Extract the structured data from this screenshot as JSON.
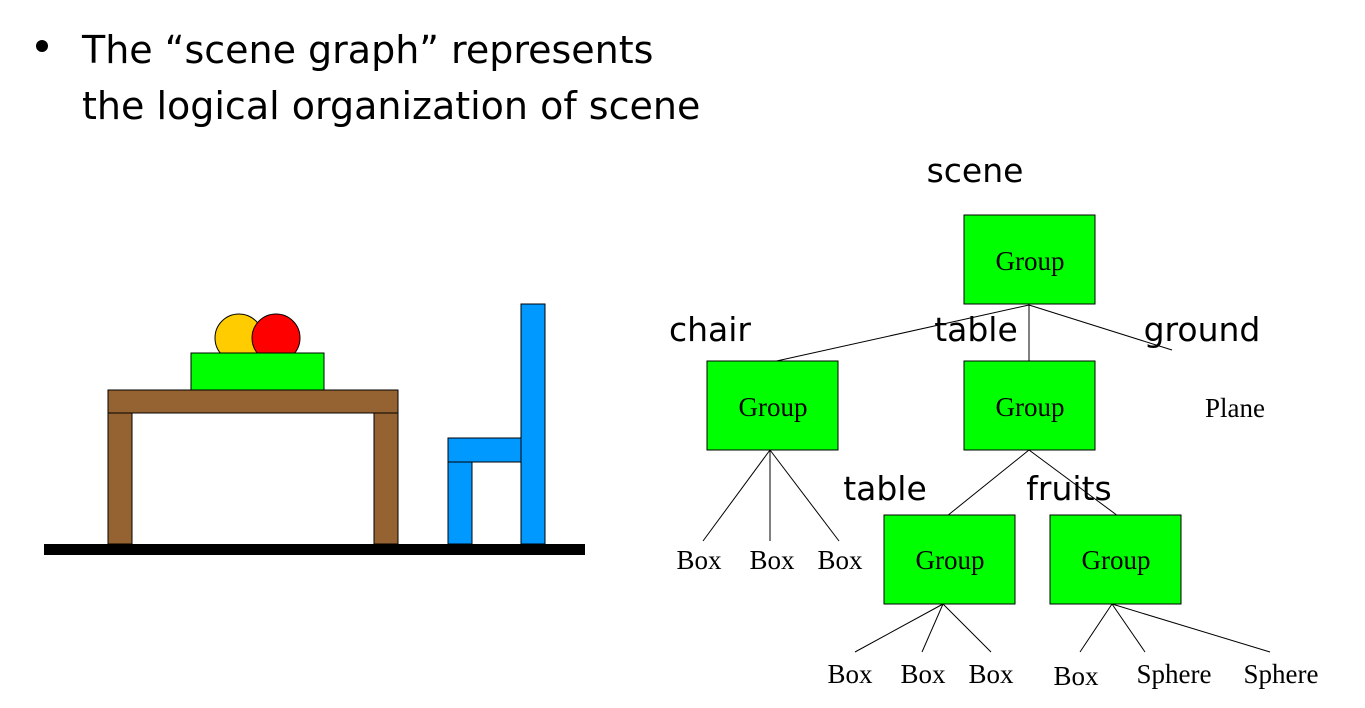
{
  "bullet": {
    "line1": "The “scene graph” represents",
    "line2": "the logical organization of scene"
  },
  "colors": {
    "group_fill": "#00ff00",
    "table_brown": "#956231",
    "chair_blue": "#0099ff",
    "fruit_yellow": "#ffcc00",
    "fruit_red": "#ff0000",
    "bowl_green": "#00ff00",
    "floor": "#000000"
  },
  "graph": {
    "root_label": "scene",
    "root_node": "Group",
    "edge_chair": "chair",
    "edge_table": "table",
    "edge_ground": "ground",
    "chair_node": "Group",
    "table_node": "Group",
    "ground_leaf": "Plane",
    "chair_leaves": [
      "Box",
      "Box",
      "Box"
    ],
    "edge_table_sub": "table",
    "edge_fruits": "fruits",
    "table_sub_node": "Group",
    "fruits_node": "Group",
    "table_sub_leaves": [
      "Box",
      "Box",
      "Box"
    ],
    "fruits_leaves": [
      "Box",
      "Sphere",
      "Sphere"
    ]
  }
}
